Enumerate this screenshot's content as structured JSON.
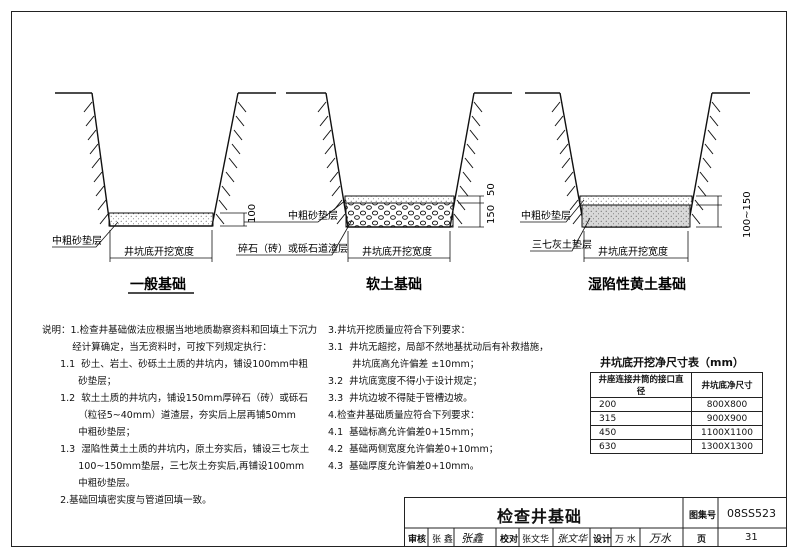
{
  "drawings": [
    {
      "caption": "一般基础",
      "layer_labels": [
        "中粗砂垫层"
      ],
      "width_label": "井坑底开挖宽度",
      "dims": [
        "100"
      ]
    },
    {
      "caption": "软土基础",
      "layer_labels": [
        "中粗砂垫层",
        "碎石（砖）或砾石道渣层"
      ],
      "width_label": "井坑底开挖宽度",
      "dims": [
        "50",
        "150"
      ]
    },
    {
      "caption": "湿陷性黄土基础",
      "layer_labels": [
        "中粗砂垫层",
        "三七灰土垫层"
      ],
      "width_label": "井坑底开挖宽度",
      "dims": [
        "100~150"
      ]
    }
  ],
  "notes_left": [
    "说明：1.检查井基础做法应根据当地地质勘察资料和回填土下沉力",
    "          经计算确定，当无资料时，可按下列规定执行：",
    "      1.1  砂土、岩土、砂砾土土质的井坑内，铺设100mm中粗",
    "            砂垫层；",
    "      1.2  软土土质的井坑内，铺设150mm厚碎石（砖）或砾石",
    "            （粒径5~40mm）道渣层，夯实后上层再铺50mm",
    "            中粗砂垫层；",
    "      1.3  湿陷性黄土土质的井坑内，原土夯实后，铺设三七灰土",
    "            100~150mm垫层，三七灰土夯实后,再铺设100mm",
    "            中粗砂垫层。",
    "      2.基础回填密实度与管道回填一致。"
  ],
  "notes_mid": [
    "3.井坑开挖质量应符合下列要求：",
    "3.1  井坑无超挖，局部不然地基扰动后有补救措施，",
    "        井坑底高允许偏差 ±10mm；",
    "3.2  井坑底宽度不得小于设计规定；",
    "3.3  井坑边坡不得陡于管槽边坡。",
    "4.检查井基础质量应符合下列要求：",
    "4.1  基础标高允许偏差0+15mm；",
    "4.2  基础两侧宽度允许偏差0+10mm；",
    "4.3  基础厚度允许偏差0+10mm。"
  ],
  "table": {
    "title": "井坑底开挖净尺寸表（mm）",
    "headers": [
      "井座连接井筒的接口直径",
      "井坑底净尺寸"
    ],
    "rows": [
      [
        "200",
        "800X800"
      ],
      [
        "315",
        "900X900"
      ],
      [
        "450",
        "1100X1100"
      ],
      [
        "630",
        "1300X1300"
      ]
    ]
  },
  "title_block": {
    "title": "检查井基础",
    "atlas_label": "图集号",
    "atlas_no": "08SS523",
    "review_label": "审核",
    "reviewer": "张 鑫",
    "review_sign": "张鑫",
    "proof_label": "校对",
    "proofer": "张文华",
    "proof_sign": "张文华",
    "design_label": "设计",
    "designer": "万 水",
    "design_sign": "万水",
    "page_label": "页",
    "page_no": "31"
  }
}
